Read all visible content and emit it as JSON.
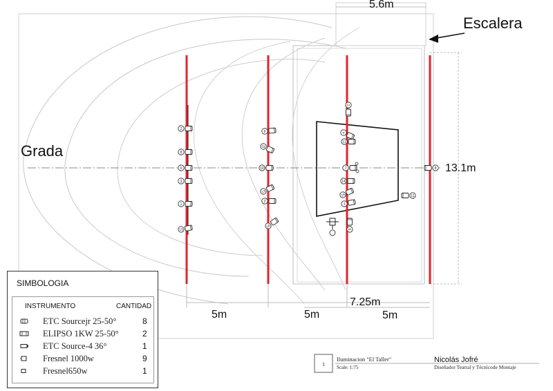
{
  "labels": {
    "grada": "Grada",
    "escalera": "Escalera",
    "width_top": "5.6m",
    "depth_right": "13.1m",
    "dim_7_25": "7.25m",
    "dim_5a": "5m",
    "dim_5b": "5m",
    "dim_5c": "5m"
  },
  "instruments": {
    "bar1": [
      "2",
      "8",
      "6",
      "3",
      "1",
      "10"
    ],
    "bar2": [
      "8",
      "15",
      "10",
      "13",
      "2",
      "16"
    ],
    "bar3": [
      "1",
      "4",
      "11",
      "7",
      "14",
      "15",
      "3",
      "5"
    ],
    "right": [
      "8",
      "11",
      "12",
      "14"
    ]
  },
  "legend": {
    "title": "SIMBOLOGIA",
    "col_instrument": "INSTRUMENTO",
    "col_qty": "CANTIDAD",
    "rows": [
      {
        "icon": "etc-source-jr-icon",
        "name": "ETC Sourcejr 25-50°",
        "qty": "8"
      },
      {
        "icon": "elipso-icon",
        "name": "ELIPSO 1KW  25-50°",
        "qty": "2"
      },
      {
        "icon": "etc-source-4-icon",
        "name": "ETC Source-4 36°",
        "qty": "1"
      },
      {
        "icon": "fresnel-1000-icon",
        "name": "Fresnel 1000w",
        "qty": "9"
      },
      {
        "icon": "fresnel-650-icon",
        "name": "Fresnel650w",
        "qty": "1"
      }
    ]
  },
  "titleblock": {
    "number": "1",
    "title": "Iluminacion \"El Taller\"",
    "scale": "Scale: 1:75",
    "author": "Nicolás Jofré",
    "role": "Diseñador Teatral y Técnicode Montaje"
  },
  "colors": {
    "pipe": "#e8202a",
    "line": "#222222",
    "faint": "#bfbfbf"
  }
}
